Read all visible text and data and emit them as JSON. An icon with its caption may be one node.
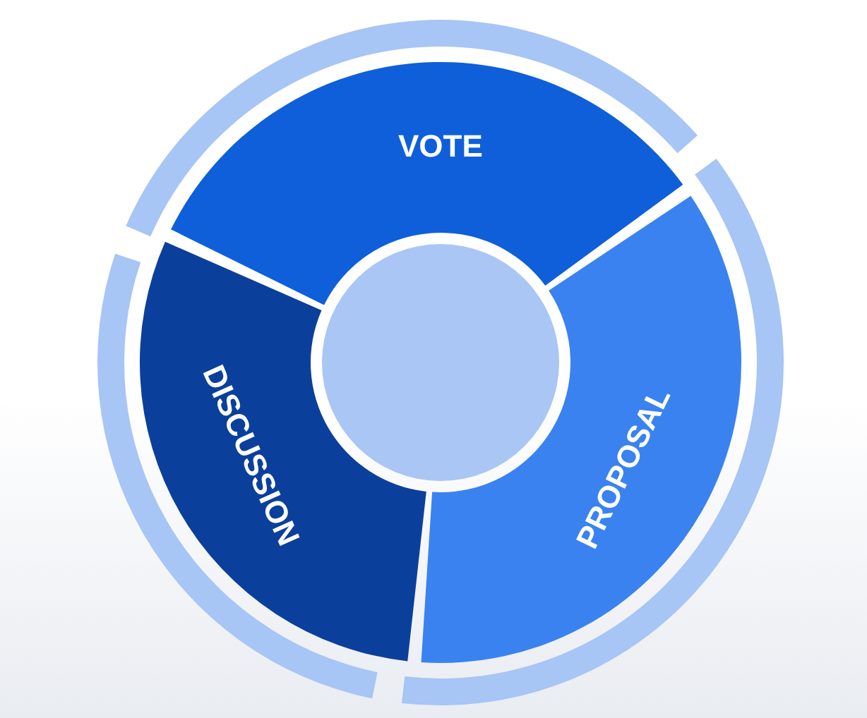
{
  "diagram": {
    "nodes": [
      {
        "text": [
          "VOTE"
        ]
      },
      {
        "text": [
          "PROPOSAL"
        ]
      },
      {
        "text": [
          "DISCUSSION"
        ]
      },
      {
        "text": [],
        "shape": "circle"
      }
    ]
  }
}
